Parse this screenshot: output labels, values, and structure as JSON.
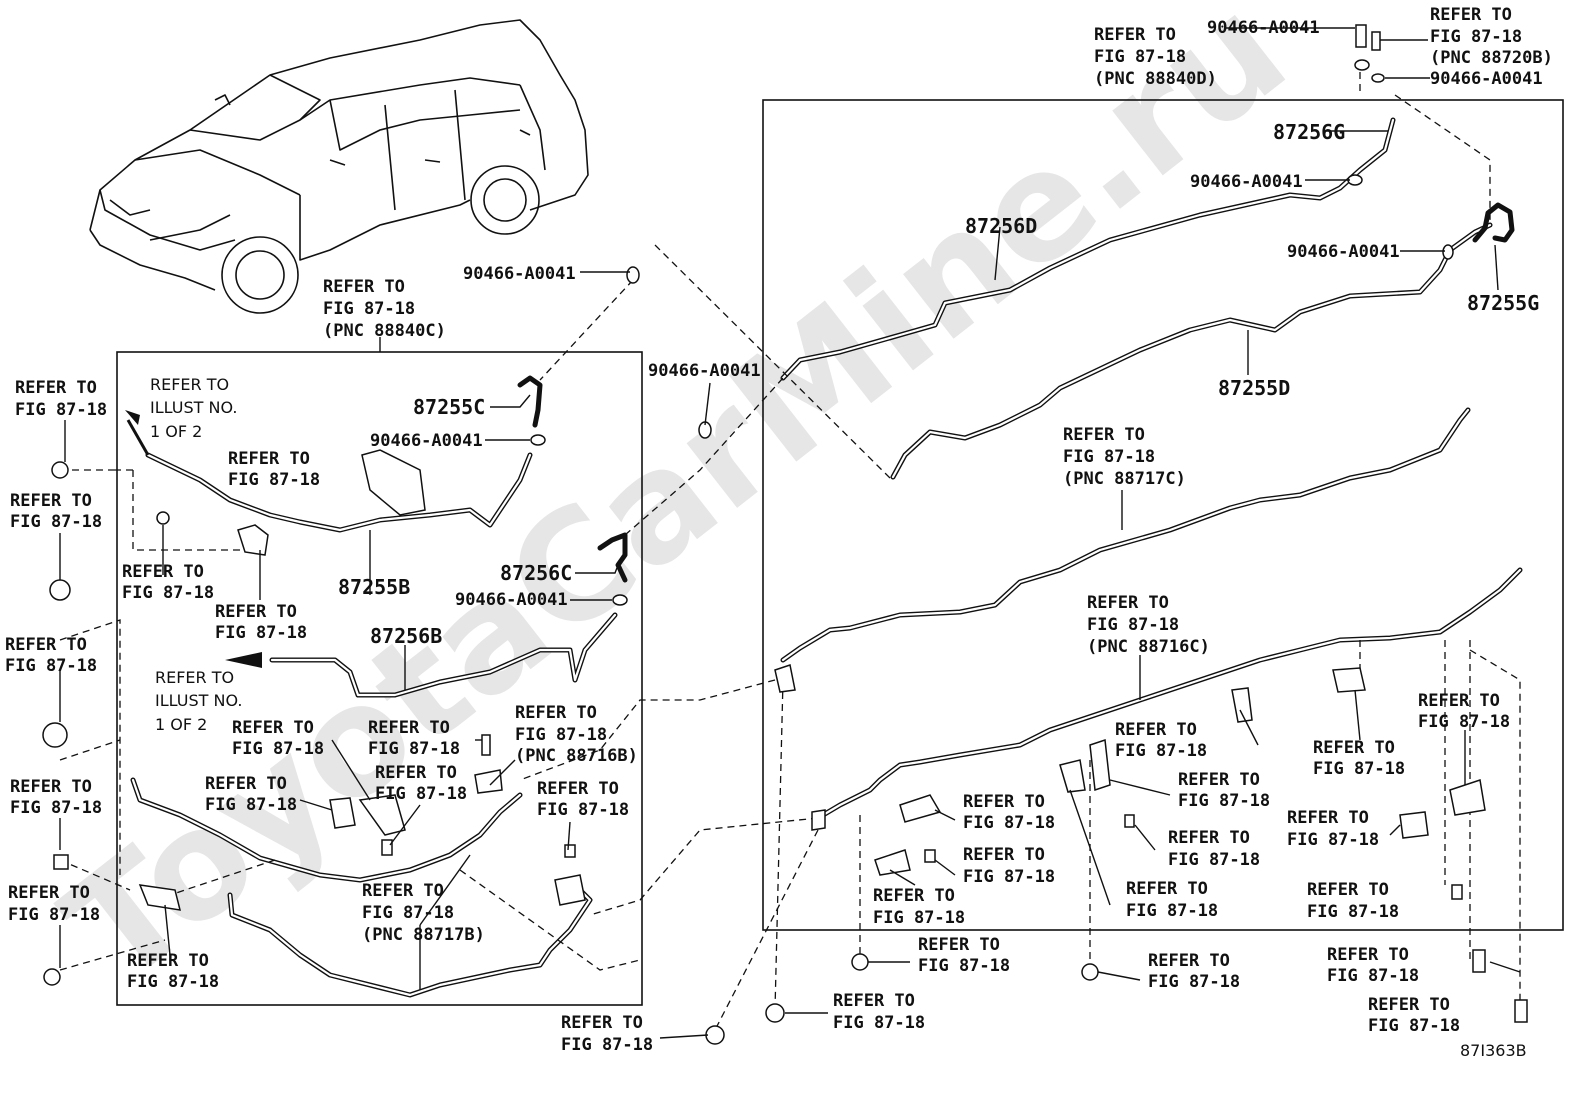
{
  "diagram": {
    "code": "87I363B",
    "watermark": "ToyotaCarMine.ru",
    "part_numbers": {
      "p87255B": "87255B",
      "p87255C": "87255C",
      "p87256B": "87256B",
      "p87256C": "87256C",
      "p87256D": "87256D",
      "p87256G": "87256G",
      "p87255D": "87255D",
      "p87255G": "87255G"
    },
    "clamp_pn": "90466-A0041",
    "refer_to": "REFER TO",
    "fig": "FIG 87-18",
    "refer_illust": "REFER TO",
    "illust_no": "ILLUST NO.",
    "one_of_two": "1 OF 2",
    "pnc": {
      "c88840C": "(PNC 88840C)",
      "c88840D": "(PNC 88840D)",
      "c88720B": "(PNC 88720B)",
      "c88717C": "(PNC 88717C)",
      "c88716C": "(PNC 88716C)",
      "c88716B": "(PNC 88716B)",
      "c88717B": "(PNC 88717B)"
    }
  }
}
